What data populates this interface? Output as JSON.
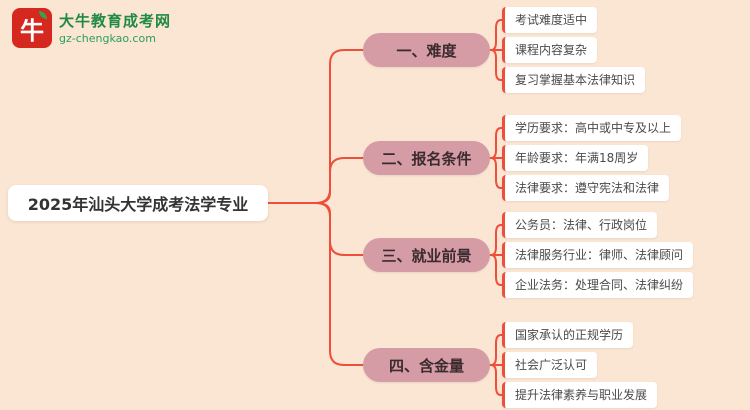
{
  "logo": {
    "icon_text": "牛",
    "site_name": "大牛教育成考网",
    "site_url": "gz-chengkao.com"
  },
  "title": "2025年汕头大学成考法学专业",
  "colors": {
    "background": "#fbe5d3",
    "connector_red": "#ee4f3b",
    "branch_pill": "#d59ca6",
    "logo_green": "#1f8a44",
    "logo_red": "#d5281e",
    "leaf_background": "#ffffff"
  },
  "branches": [
    {
      "label": "一、难度",
      "items": [
        "考试难度适中",
        "课程内容复杂",
        "复习掌握基本法律知识"
      ]
    },
    {
      "label": "二、报名条件",
      "items": [
        "学历要求：高中或中专及以上",
        "年龄要求：年满18周岁",
        "法律要求：遵守宪法和法律"
      ]
    },
    {
      "label": "三、就业前景",
      "items": [
        "公务员：法律、行政岗位",
        "法律服务行业：律师、法律顾问",
        "企业法务：处理合同、法律纠纷"
      ]
    },
    {
      "label": "四、含金量",
      "items": [
        "国家承认的正规学历",
        "社会广泛认可",
        "提升法律素养与职业发展"
      ]
    }
  ]
}
